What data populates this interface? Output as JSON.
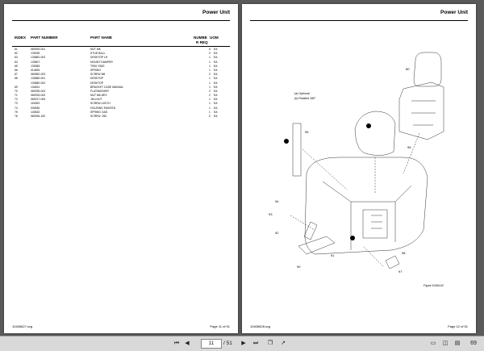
{
  "left_page": {
    "title": "Power Unit",
    "headers": {
      "index": "INDEX",
      "part_number": "PART NUMBER",
      "part_name": "PART NAME",
      "qty": "NUMBE",
      "uom": "UOM",
      "req": "R REQ"
    },
    "rows": [
      {
        "index": "61",
        "part_number": "060933-001",
        "part_name": "NUT M8",
        "qty": "5",
        "uom": "EA"
      },
      {
        "index": "62",
        "part_number": "133039",
        "part_name": "STUD BALL",
        "qty": "2",
        "uom": "EA"
      },
      {
        "index": "63",
        "part_number": "133681-002",
        "part_name": "DESKTOP LH",
        "qty": "1",
        "uom": "EA"
      },
      {
        "index": "64",
        "part_number": "133607",
        "part_name": "MOUNT DAMPER",
        "qty": "1",
        "uom": "EA"
      },
      {
        "index": "65",
        "part_number": "133083",
        "part_name": "TRAY SIDE",
        "qty": "1",
        "uom": "EA"
      },
      {
        "index": "66",
        "part_number": "014694",
        "part_name": "SPRING",
        "qty": "1",
        "uom": "EA"
      },
      {
        "index": "67",
        "part_number": "060962-003",
        "part_name": "SCREW M6",
        "qty": "2",
        "uom": "EA"
      },
      {
        "index": "68",
        "part_number": "133680-001",
        "part_name": "DESKTOP",
        "qty": "1",
        "uom": "EA"
      },
      {
        "index": "",
        "part_number": "133680-002",
        "part_name": "DESKTOP",
        "qty": "1",
        "uom": "EA"
      },
      {
        "index": "69",
        "part_number": "134631",
        "part_name": "BRACKET CASE MANUAL",
        "qty": "1",
        "uom": "EA"
      },
      {
        "index": "70",
        "part_number": "060035-004",
        "part_name": "FLATWASHER",
        "qty": "2",
        "uom": "EA"
      },
      {
        "index": "71",
        "part_number": "060033-003",
        "part_name": "NUT M6-HEX",
        "qty": "2",
        "uom": "EA"
      },
      {
        "index": "72",
        "part_number": "060017-009",
        "part_name": "JM-LHUT",
        "qty": "1",
        "uom": "EA"
      },
      {
        "index": "73",
        "part_number": "115453",
        "part_name": "SCREW-LATCH",
        "qty": "1",
        "uom": "EA"
      },
      {
        "index": "74",
        "part_number": "030630",
        "part_name": "HOUSING PAINTED",
        "qty": "1",
        "uom": "EA"
      },
      {
        "index": "75",
        "part_number": "140632",
        "part_name": "SPRING GAS",
        "qty": "1",
        "uom": "EA"
      },
      {
        "index": "76",
        "part_number": "060915-152",
        "part_name": "SCREW .250",
        "qty": "2",
        "uom": "EA"
      }
    ],
    "footer_file": "10406627.svg",
    "footer_page": "Page 11 of 51"
  },
  "right_page": {
    "title": "Power Unit",
    "legend": [
      "(a)    Optional",
      "(b)    Rotated 180°"
    ],
    "figure_caption": "Figure 10406-62",
    "callouts": [
      "80",
      "96",
      "95",
      "94",
      "93",
      "92",
      "91",
      "90",
      "98",
      "97"
    ],
    "footer_file": "10406628.svg",
    "footer_page": "Page 12 of 51"
  },
  "toolbar": {
    "page_current": "11",
    "page_total": "/ 51",
    "zoom_label": "69"
  }
}
